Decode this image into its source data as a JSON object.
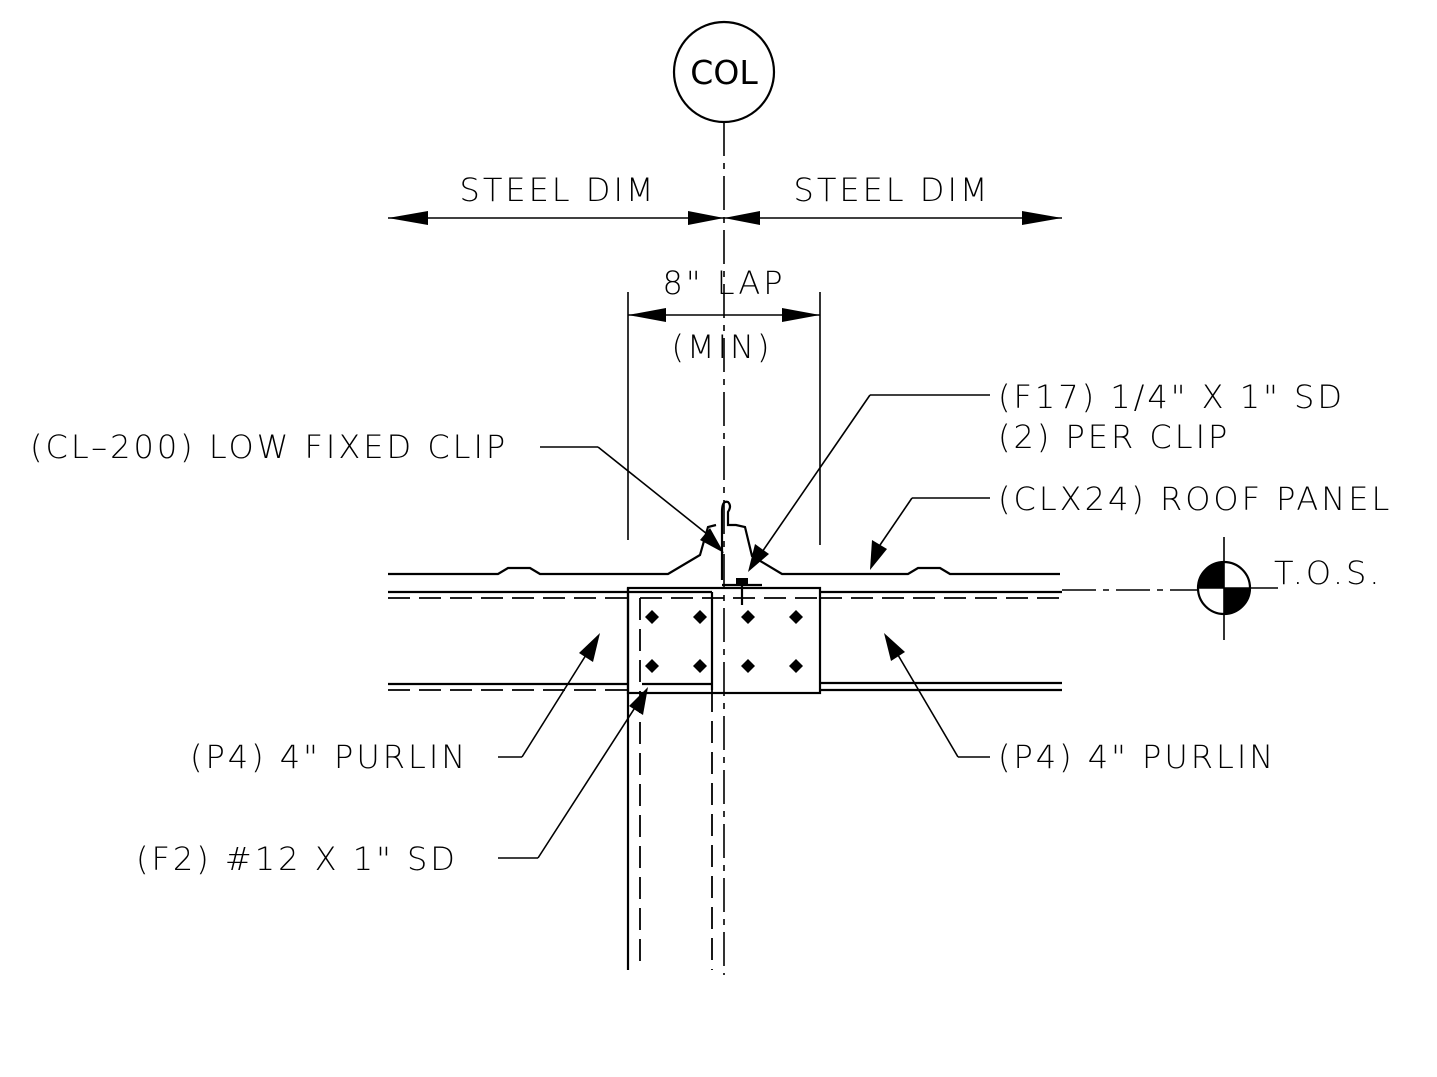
{
  "grid_bubble": "COL",
  "dims": {
    "left": "STEEL DIM",
    "right": "STEEL DIM",
    "lap_top": "8\"  LAP",
    "lap_bottom": "(MIN)"
  },
  "callouts": {
    "fastener_f17_line1": "(F17)  1/4\"  X  1\"  SD",
    "fastener_f17_line2": "(2)  PER  CLIP",
    "clip": "(CL–200)  LOW  FIXED  CLIP",
    "roof_panel": "(CLX24)  ROOF  PANEL",
    "tos": "T.O.S.",
    "purlin_left": "(P4)  4\"  PURLIN",
    "purlin_right": "(P4)  4\"  PURLIN",
    "fastener_f2": "(F2)  #12  X  1\"  SD"
  }
}
